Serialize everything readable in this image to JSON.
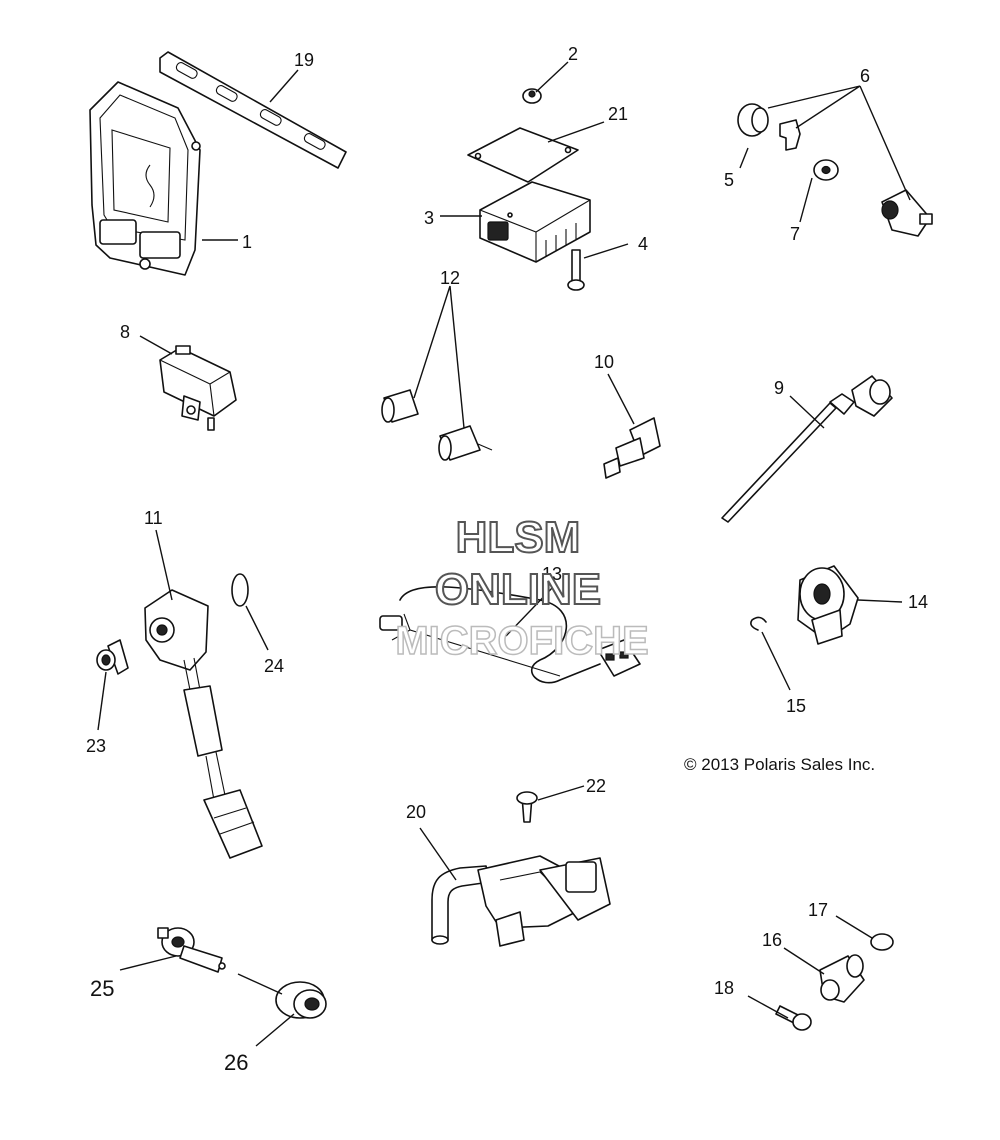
{
  "diagram": {
    "callouts": [
      "1",
      "2",
      "3",
      "4",
      "5",
      "6",
      "7",
      "8",
      "9",
      "10",
      "11",
      "12",
      "13",
      "14",
      "15",
      "16",
      "17",
      "18",
      "19",
      "20",
      "21",
      "22",
      "23",
      "24",
      "25",
      "26"
    ],
    "copyright": "© 2013 Polaris Sales Inc.",
    "watermark": [
      "HLSM",
      "ONLINE",
      "MICROFICHE"
    ]
  }
}
